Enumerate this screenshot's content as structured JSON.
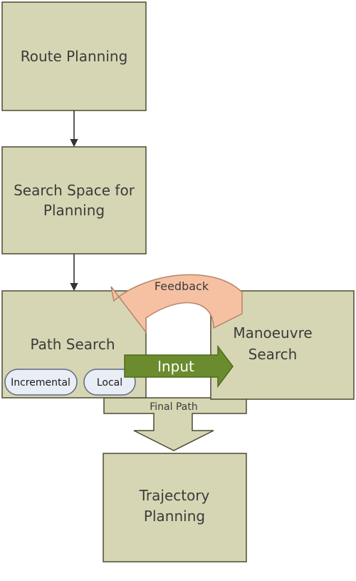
{
  "diagram": {
    "nodes": {
      "route_planning": "Route Planning",
      "search_space_line1": "Search Space for",
      "search_space_line2": "Planning",
      "path_search": "Path Search",
      "manoeuvre_line1": "Manoeuvre",
      "manoeuvre_line2": "Search",
      "trajectory_line1": "Trajectory",
      "trajectory_line2": "Planning"
    },
    "tags": {
      "incremental": "Incremental",
      "local": "Local"
    },
    "arrows": {
      "feedback": "Feedback",
      "input": "Input",
      "final_path": "Final Path"
    },
    "colors": {
      "box_fill": "#d7d6b4",
      "box_stroke": "#4b4b32",
      "feedback_fill": "#f6c1a3",
      "input_fill": "#6b8c2e",
      "pill_fill": "#e9edf5"
    }
  }
}
